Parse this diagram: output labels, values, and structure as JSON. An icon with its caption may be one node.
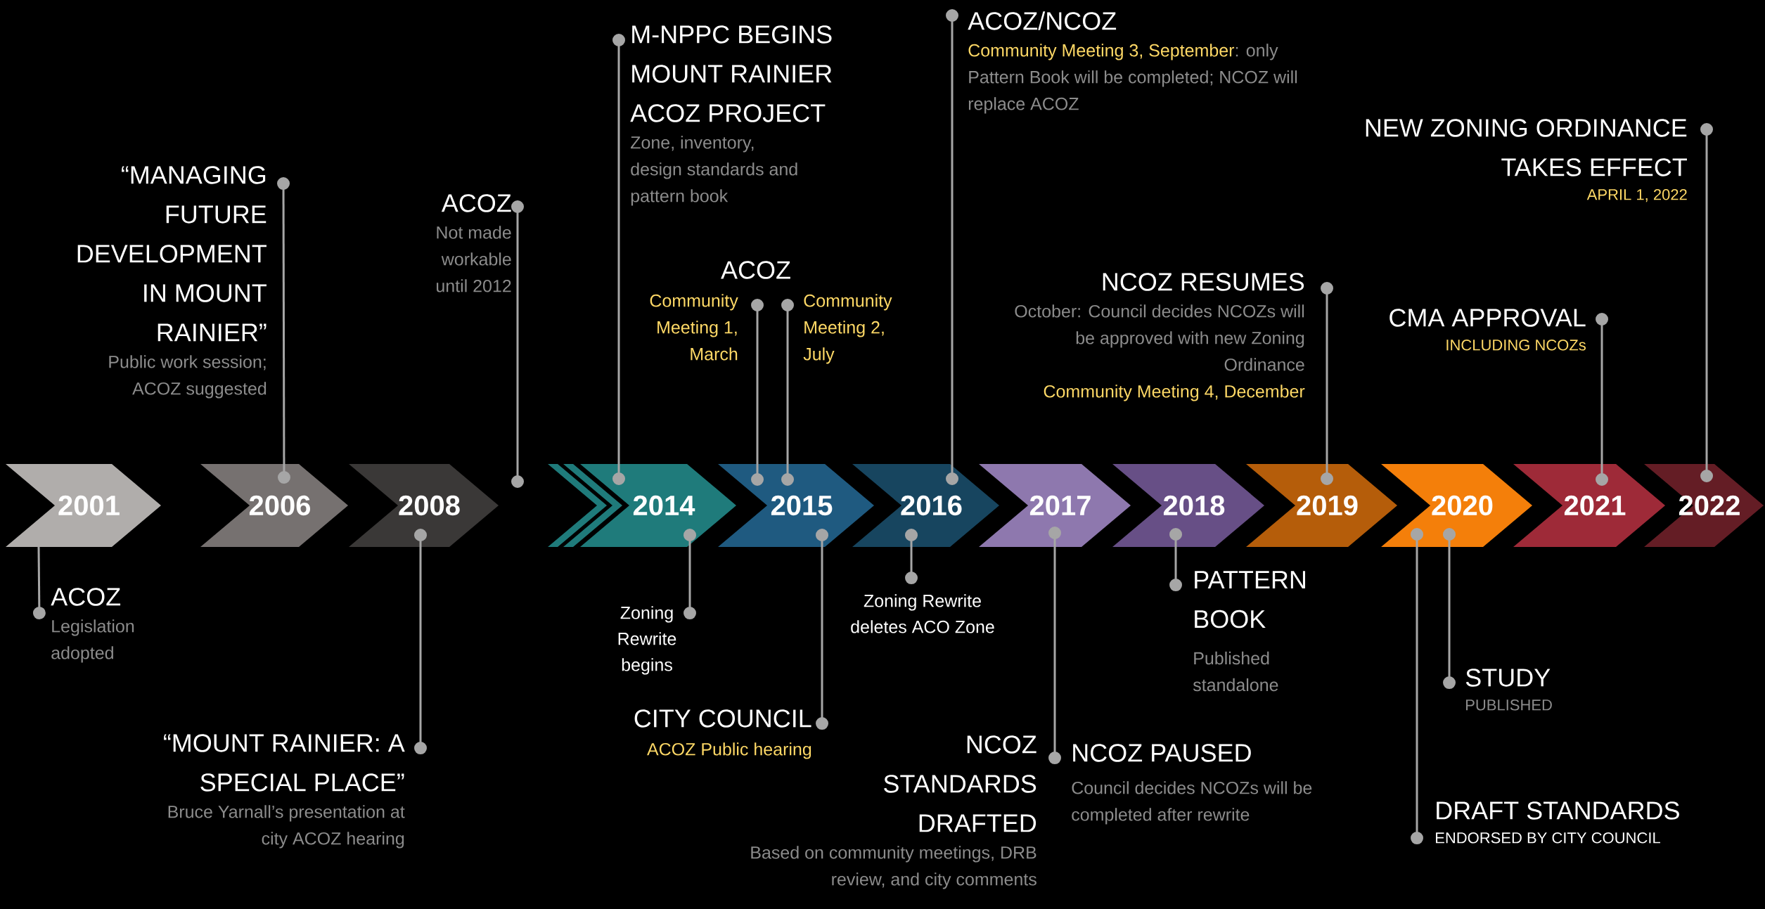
{
  "diagram": {
    "nodes": [
      {
        "text": [
          "2001"
        ]
      },
      {
        "text": [
          "2006"
        ]
      },
      {
        "text": [
          "2008"
        ]
      },
      {
        "text": [
          "2014"
        ]
      },
      {
        "text": [
          "2015"
        ]
      },
      {
        "text": [
          "2016"
        ]
      },
      {
        "text": [
          "2017"
        ]
      },
      {
        "text": [
          "2018"
        ]
      },
      {
        "text": [
          "2019"
        ]
      },
      {
        "text": [
          "2020"
        ]
      },
      {
        "text": [
          "2021"
        ]
      },
      {
        "text": [
          "2022"
        ]
      },
      {
        "text": [
          "ACOZ",
          "Legislation adopted"
        ]
      },
      {
        "text": [
          "“MANAGING FUTURE DEVELOPMENT IN MOUNT RAINIER”",
          "Public work session; ACOZ suggested"
        ]
      },
      {
        "text": [
          "“MOUNT RAINIER: A SPECIAL PLACE”",
          "Bruce Yarnall’s presentation at city ACOZ hearing"
        ]
      },
      {
        "text": [
          "ACOZ",
          "Not made workable until 2012"
        ]
      },
      {
        "text": [
          "M-NPPC BEGINS MOUNT RAINIER ACOZ PROJECT",
          "Zone, inventory, design standards and pattern book"
        ]
      },
      {
        "text": [
          "Zoning Rewrite begins"
        ]
      },
      {
        "text": [
          "Community Meeting 1, March"
        ]
      },
      {
        "text": [
          "Community Meeting 2, July"
        ]
      },
      {
        "text": [
          "CITY COUNCIL",
          "ACOZ Public hearing"
        ]
      },
      {
        "text": [
          "ACOZ/NCOZ",
          "Community Meeting 3, September",
          ": only Pattern Book will be completed; NCOZ will replace ACOZ"
        ]
      },
      {
        "text": [
          "Zoning Rewrite deletes ACO Zone"
        ]
      },
      {
        "text": [
          "NCOZ STANDARDS DRAFTED",
          "Based on community meetings, DRB review, and city comments"
        ]
      },
      {
        "text": [
          "NCOZ PAUSED",
          "Council decides NCOZs will be completed after rewrite"
        ]
      },
      {
        "text": [
          "PATTERN BOOK",
          "Published standalone"
        ]
      },
      {
        "text": [
          "NCOZ RESUMES",
          "October: Council decides NCOZs will be approved with new Zoning Ordinance",
          "Community Meeting 4, December"
        ]
      },
      {
        "text": [
          "STUDY",
          "PUBLISHED"
        ]
      },
      {
        "text": [
          "DRAFT STANDARDS",
          "ENDORSED BY CITY COUNCIL"
        ]
      },
      {
        "text": [
          "CMA APPROVAL",
          "INCLUDING NCOZs"
        ]
      },
      {
        "text": [
          "NEW ZONING ORDINANCE TAKES EFFECT",
          "APRIL 1, 2022"
        ]
      }
    ],
    "edges": [
      {
        "from": 0,
        "to": 12,
        "arrow": "other"
      },
      {
        "from": 1,
        "to": 13,
        "arrow": "other"
      },
      {
        "from": 2,
        "to": 14,
        "arrow": "other"
      },
      {
        "from": null,
        "to": 15,
        "arrow": "other"
      },
      {
        "from": 3,
        "to": 16,
        "arrow": "other"
      },
      {
        "from": 3,
        "to": 17,
        "arrow": "other"
      },
      {
        "from": 4,
        "to": 18,
        "arrow": "other"
      },
      {
        "from": 4,
        "to": 19,
        "arrow": "other"
      },
      {
        "from": 4,
        "to": 20,
        "arrow": "other"
      },
      {
        "from": 5,
        "to": 21,
        "arrow": "other"
      },
      {
        "from": 5,
        "to": 22,
        "arrow": "other"
      },
      {
        "from": 6,
        "to": 23,
        "arrow": "other"
      },
      {
        "from": 6,
        "to": 24,
        "arrow": "other"
      },
      {
        "from": 7,
        "to": 25,
        "arrow": "other"
      },
      {
        "from": 8,
        "to": 26,
        "arrow": "other"
      },
      {
        "from": 9,
        "to": 27,
        "arrow": "other"
      },
      {
        "from": 9,
        "to": 28,
        "arrow": "other"
      },
      {
        "from": 10,
        "to": 29,
        "arrow": "other"
      },
      {
        "from": 11,
        "to": 30,
        "arrow": "other"
      }
    ],
    "labels": [
      "ACOZ"
    ]
  }
}
